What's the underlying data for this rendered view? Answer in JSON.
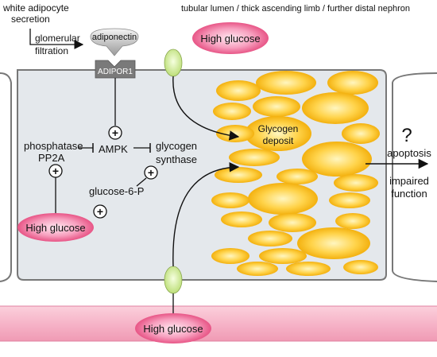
{
  "header": {
    "source_line1": "white adipocyte",
    "source_line2": "secretion",
    "lumen_label": "tubular lumen / thick ascending limb / further distal nephron"
  },
  "filtration": {
    "line1": "glomerular",
    "line2": "filtration"
  },
  "adiponectin_label": "adiponectin",
  "receptor_label": "ADIPOR1",
  "pathway": {
    "phosphatase_line1": "phosphatase",
    "phosphatase_line2": "PP2A",
    "ampk": "AMPK",
    "glycogen_line1": "glycogen",
    "glycogen_line2": "synthase",
    "g6p": "glucose-6-P",
    "plus": "+"
  },
  "high_glucose": {
    "lumen": "High glucose",
    "cell": "High glucose",
    "blood": "High glucose"
  },
  "deposit": {
    "line1": "Glycogen",
    "line2": "deposit"
  },
  "outcome": {
    "question": "?",
    "apoptosis": "apoptosis",
    "impaired_line1": "impaired",
    "impaired_line2": "function"
  },
  "colors": {
    "cell_fill": "#e4e8ec",
    "membrane": "#777777",
    "glycogen_core": "#fff3b0",
    "glycogen_edge": "#f0a800",
    "glucose_core": "#ffd6e4",
    "glucose_edge": "#e0306a",
    "transporter": "#d4ec9a",
    "vessel": "#f7b8cc"
  }
}
